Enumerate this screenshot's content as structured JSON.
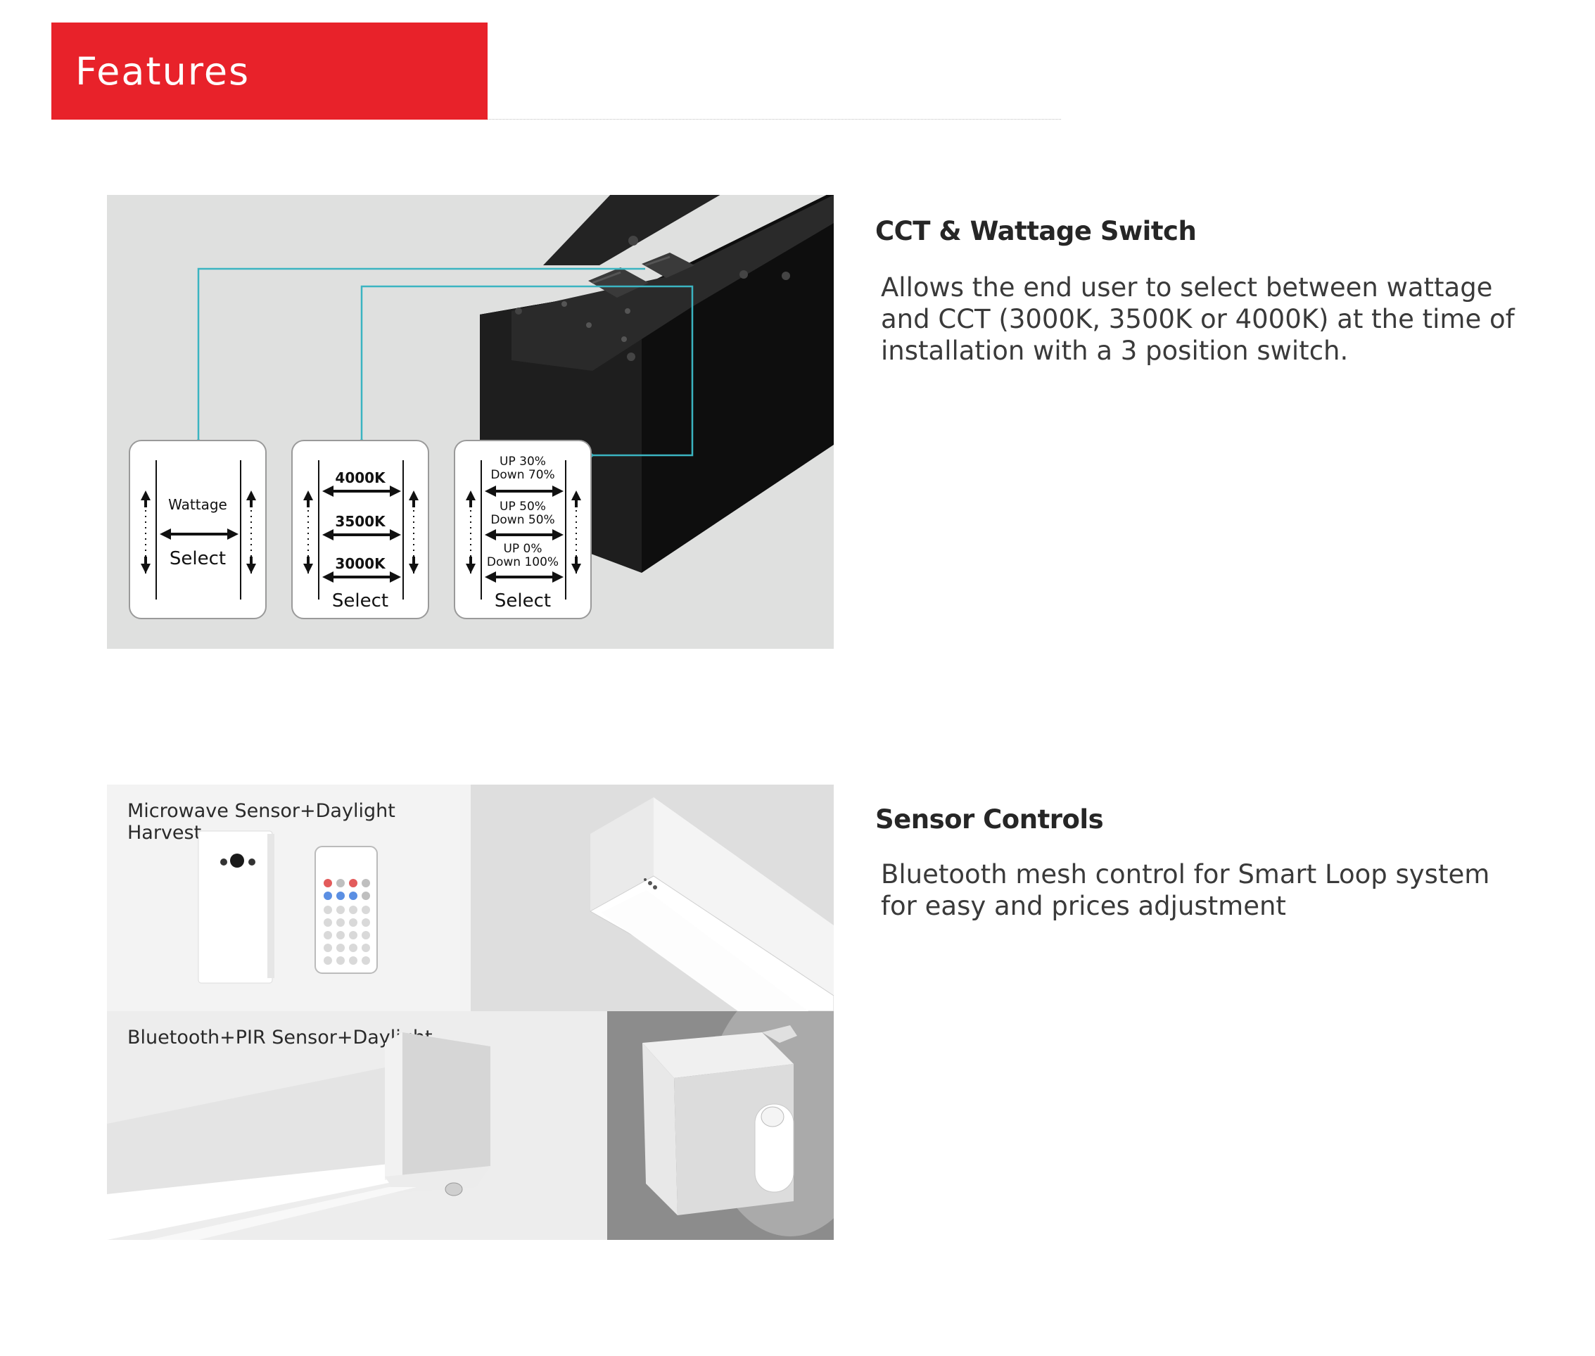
{
  "header": {
    "title": "Features"
  },
  "cct_section": {
    "title": "CCT & Wattage Switch",
    "description_lines": [
      "Allows the end user to select between wattage",
      "and CCT (3000K, 3500K or 4000K) at the time of",
      "installation with a 3 position switch."
    ],
    "cards": [
      {
        "top_label": "Wattage",
        "bottom_label": "Select"
      },
      {
        "options": [
          "4000K",
          "3500K",
          "3000K"
        ],
        "bottom_label": "Select"
      },
      {
        "options": [
          [
            "UP 30%",
            "Down 70%"
          ],
          [
            "UP 50%",
            "Down 50%"
          ],
          [
            "UP 0%",
            "Down 100%"
          ]
        ],
        "bottom_label": "Select"
      }
    ],
    "colors": {
      "connector": "#3bb4c1",
      "fixture": "#1a1a1a"
    }
  },
  "sensor_section": {
    "title": "Sensor Controls",
    "description_lines": [
      "Bluetooth mesh control for Smart Loop system",
      "for easy and prices adjustment"
    ],
    "panel_captions": [
      "Microwave Sensor+Daylight Harvest",
      "Bluetooth+PIR Sensor+Daylight"
    ]
  },
  "colors": {
    "accent": "#e8222a"
  }
}
